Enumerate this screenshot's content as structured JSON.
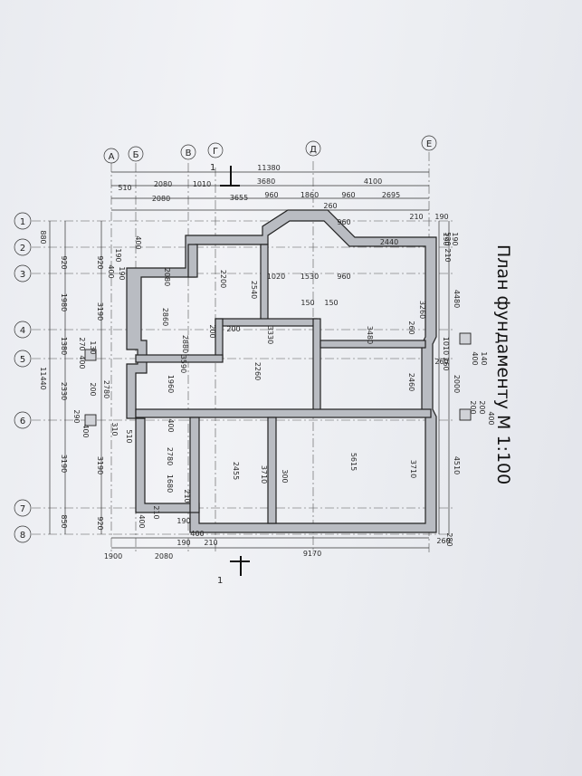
{
  "title": "План фундаменту М 1:100",
  "axes_letters": [
    "А",
    "Б",
    "В",
    "Г",
    "Д",
    "Е"
  ],
  "axes_numbers": [
    "1",
    "2",
    "3",
    "4",
    "5",
    "6",
    "7",
    "8"
  ],
  "section_mark": "1",
  "top_dims": {
    "row1": [
      "11380"
    ],
    "row2": [
      "3680",
      "4100"
    ],
    "row3": [
      "510",
      "2080",
      "1010",
      "3655",
      "960",
      "1860",
      "960",
      "2695"
    ],
    "row4": [
      "2080",
      "260",
      "210",
      "190"
    ]
  },
  "bottom_dims": {
    "row1": [
      "1900",
      "2080",
      "9170"
    ],
    "row2": [
      "190",
      "400",
      "210",
      "190",
      "260"
    ]
  },
  "left_dims": {
    "col1": [
      "880",
      "920",
      "1980",
      "1380",
      "2330",
      "3190",
      "850",
      "11440"
    ],
    "col2": [
      "920",
      "400",
      "190",
      "3190",
      "2780",
      "3190",
      "920"
    ],
    "col3": [
      "400",
      "190",
      "130",
      "270",
      "400",
      "200",
      "290",
      "310",
      "400",
      "510",
      "400",
      "210"
    ]
  },
  "right_dims": {
    "col1": [
      "4480",
      "2000",
      "4510"
    ],
    "col2": [
      "1010",
      "260",
      "140",
      "400",
      "400",
      "190",
      "190",
      "200",
      "200",
      "280",
      "520",
      "210"
    ]
  },
  "interior_dims": [
    "2440",
    "960",
    "1020",
    "1530",
    "960",
    "2200",
    "2540",
    "2080",
    "2860",
    "3480",
    "3330",
    "2260",
    "3590",
    "1960",
    "2880",
    "5615",
    "3710",
    "2455",
    "3710",
    "2780",
    "1680",
    "300",
    "200",
    "150",
    "150",
    "260",
    "260",
    "2460",
    "3260",
    "400",
    "210",
    "200"
  ]
}
